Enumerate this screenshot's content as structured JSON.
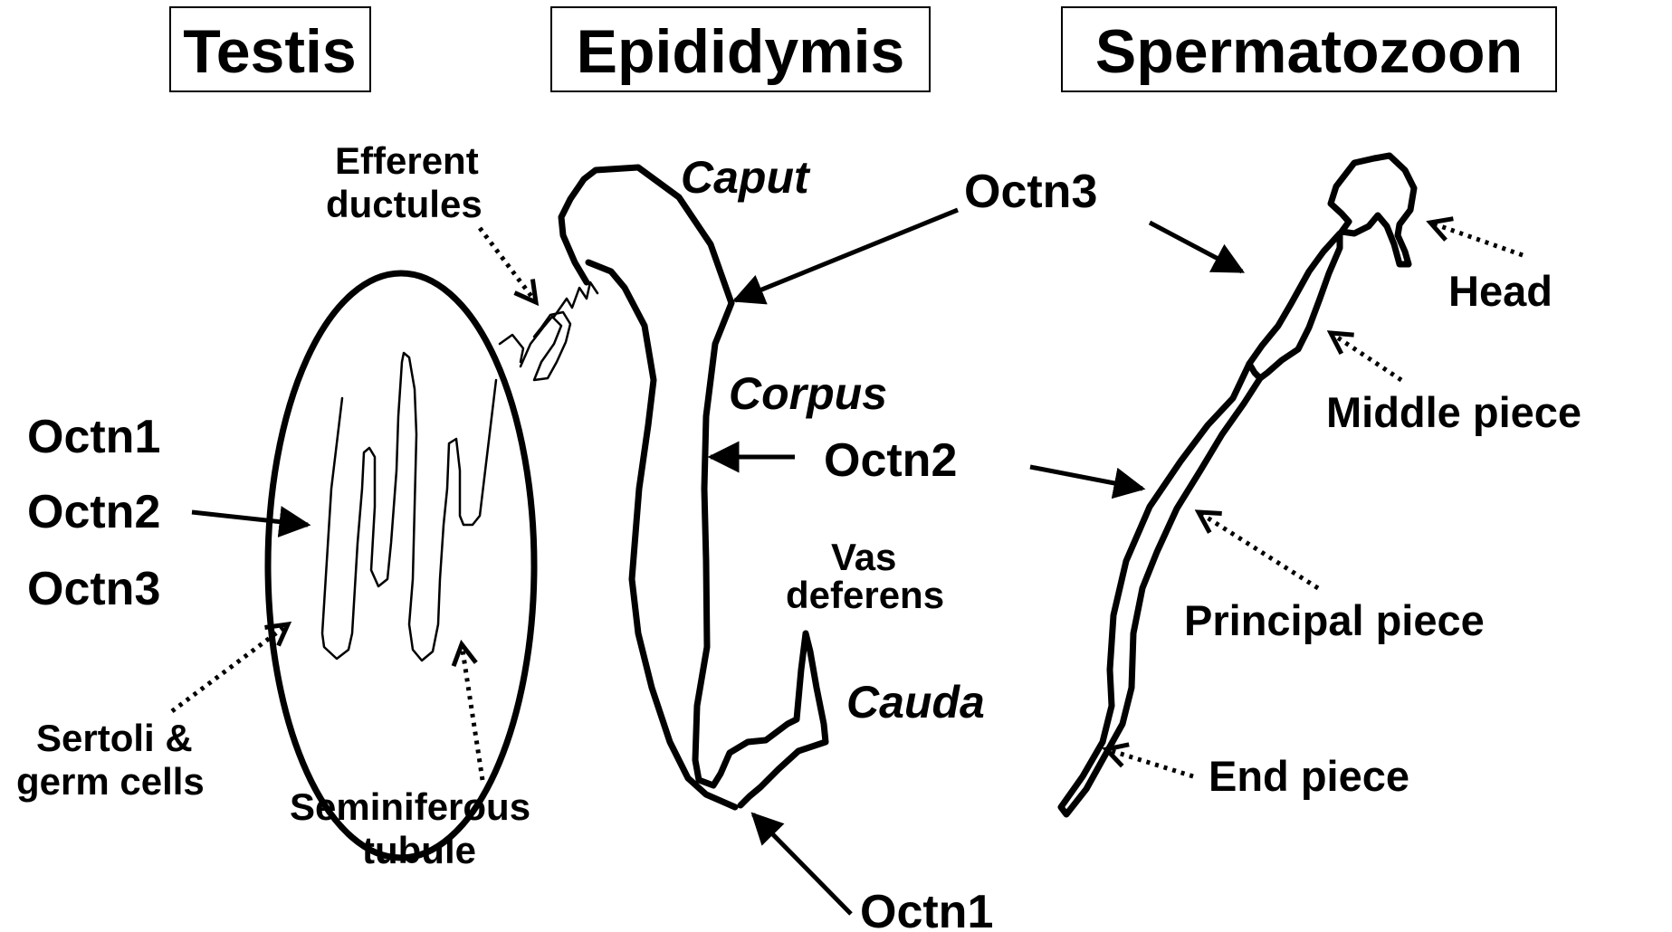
{
  "titles": {
    "testis": "Testis",
    "epididymis": "Epididymis",
    "spermatozoon": "Spermatozoon"
  },
  "testis": {
    "octn1": "Octn1",
    "octn2": "Octn2",
    "octn3": "Octn3",
    "sertoli_line1": "Sertoli  &",
    "sertoli_line2": "germ cells",
    "seminiferous_line1": "Seminiferous",
    "seminiferous_line2": "tubule",
    "efferent_line1": "Efferent",
    "efferent_line2": "ductules"
  },
  "epididymis": {
    "caput": "Caput",
    "corpus": "Corpus",
    "cauda": "Cauda",
    "vas_line1": "Vas",
    "vas_line2": "deferens",
    "octn3": "Octn3",
    "octn2": "Octn2",
    "octn1": "Octn1"
  },
  "spermatozoon": {
    "head": "Head",
    "middle_piece": "Middle piece",
    "principal_piece": "Principal piece",
    "end_piece": "End piece"
  }
}
